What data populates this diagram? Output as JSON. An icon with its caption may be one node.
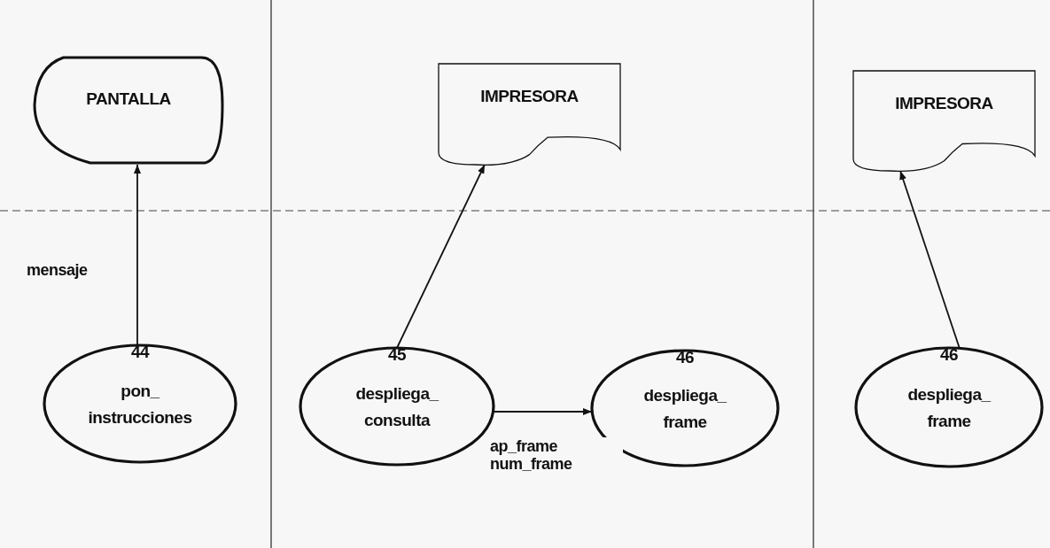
{
  "diagram": {
    "nodes": [
      {
        "text": [
          "PANTALLA"
        ]
      },
      {
        "text": [
          "IMPRESORA"
        ]
      },
      {
        "text": [
          "IMPRESORA"
        ]
      },
      {
        "text": [
          "44",
          "pon_ instrucciones"
        ]
      },
      {
        "text": [
          "45",
          "despliega_ consulta"
        ]
      },
      {
        "text": [
          "46",
          "despliega_ frame"
        ]
      },
      {
        "text": [
          "46",
          "despliega_ frame"
        ]
      }
    ],
    "edges": [
      {
        "from": 3,
        "to": 0,
        "arrow": "to",
        "label": "mensaje"
      },
      {
        "from": 4,
        "to": 1,
        "arrow": "to"
      },
      {
        "from": 4,
        "to": 5,
        "arrow": "to",
        "label": "ap_frame num_frame"
      },
      {
        "from": 6,
        "to": 2,
        "arrow": "to"
      }
    ]
  }
}
